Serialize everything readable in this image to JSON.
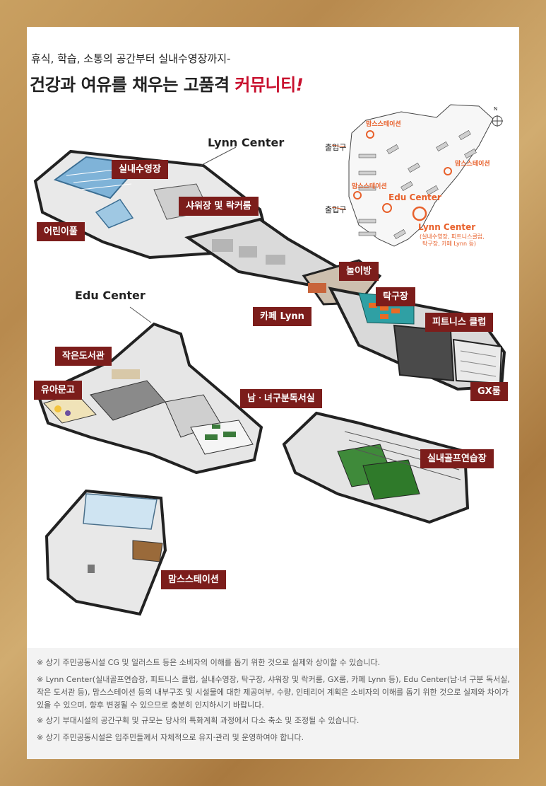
{
  "intro": "휴식, 학습, 소통의 공간부터 실내수영장까지-",
  "headline": {
    "main": "건강과 여유를 채우는 고품격 ",
    "accent": "커뮤니티",
    "mark": "!"
  },
  "zones": {
    "lynn": "Lynn Center",
    "edu": "Edu Center"
  },
  "labels": {
    "pool": "실내수영장",
    "kids_pool": "어린이풀",
    "shower": "샤워장 및 락커룸",
    "playroom": "놀이방",
    "table_tennis": "탁구장",
    "cafe": "카페 Lynn",
    "fitness": "피트니스 클럽",
    "gx": "GX룸",
    "small_library": "작은도서관",
    "toddler": "유아문고",
    "study": "남ㆍ녀구분독서실",
    "golf": "실내골프연습장",
    "moms": "맘스스테이션"
  },
  "map": {
    "moms_station": "맘스스테이션",
    "entrance": "출입구",
    "edu_center": "Edu Center",
    "lynn_center": "Lynn Center",
    "lynn_detail_1": "(실내수영장, 피트니스클럽,",
    "lynn_detail_2": "탁구장, 카페 Lynn 등)",
    "compass": "N"
  },
  "notes": [
    "※ 상기 주민공동시설 CG 및 일러스트 등은 소비자의 이해를 돕기 위한 것으로 실제와 상이할 수 있습니다.",
    "※ Lynn Center(실내골프연습장, 피트니스 클럽, 실내수영장, 탁구장, 샤워장 및 락커룸, GX룸, 카페 Lynn 등), Edu Center(남·녀 구분 독서실, 작은 도서관 등), 맘스스테이션 등의 내부구조 및 시설물에 대한 제공여부, 수량, 인테리어 계획은 소비자의 이해를 돕기 위한 것으로 실제와 차이가 있을 수 있으며, 향후 변경될 수 있으므로 충분히 인지하시기 바랍니다.",
    "※ 상기 부대시설의 공간구획 및 규모는 당사의 특화계획 과정에서 다소 축소 및 조정될 수 있습니다.",
    "※ 상기 주민공동시설은 입주민들께서 자체적으로 유지·관리 및 운영하여야 합니다."
  ],
  "colors": {
    "label_bg": "#7c1d1b",
    "accent": "#c8102e",
    "map_orange": "#e8612c",
    "frame": "#b88a4e"
  }
}
